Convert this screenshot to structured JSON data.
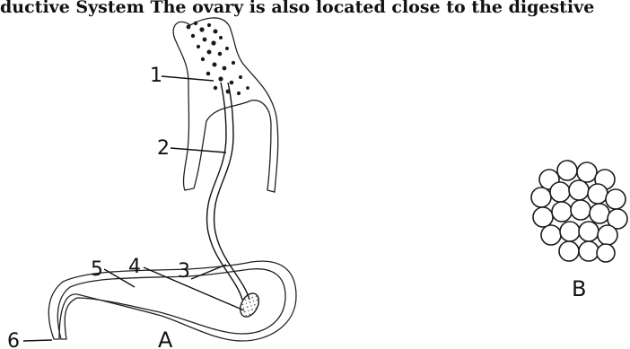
{
  "page": {
    "header_fragment": "ductive System   The ovary is also located close to the digestive"
  },
  "figure": {
    "panel_a_label": "A",
    "panel_b_label": "B",
    "labels": [
      "1",
      "2",
      "3",
      "4",
      "5",
      "6"
    ]
  },
  "colors": {
    "ink": "#111111",
    "stipple": "#2a2a2a",
    "background": "#ffffff"
  }
}
